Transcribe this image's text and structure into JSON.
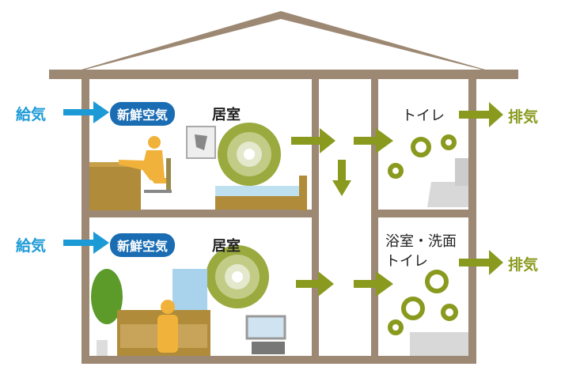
{
  "labels": {
    "supply_air": "給気",
    "fresh_air": "新鮮空気",
    "living_room": "居室",
    "toilet": "トイレ",
    "exhaust_air": "排気",
    "bath_wash": "浴室・洗面",
    "toilet2": "トイレ"
  },
  "colors": {
    "supply": "#1c9ad6",
    "fresh_pill": "#1a6db3",
    "exhaust": "#8a9a1e",
    "wall": "#9c8873"
  }
}
